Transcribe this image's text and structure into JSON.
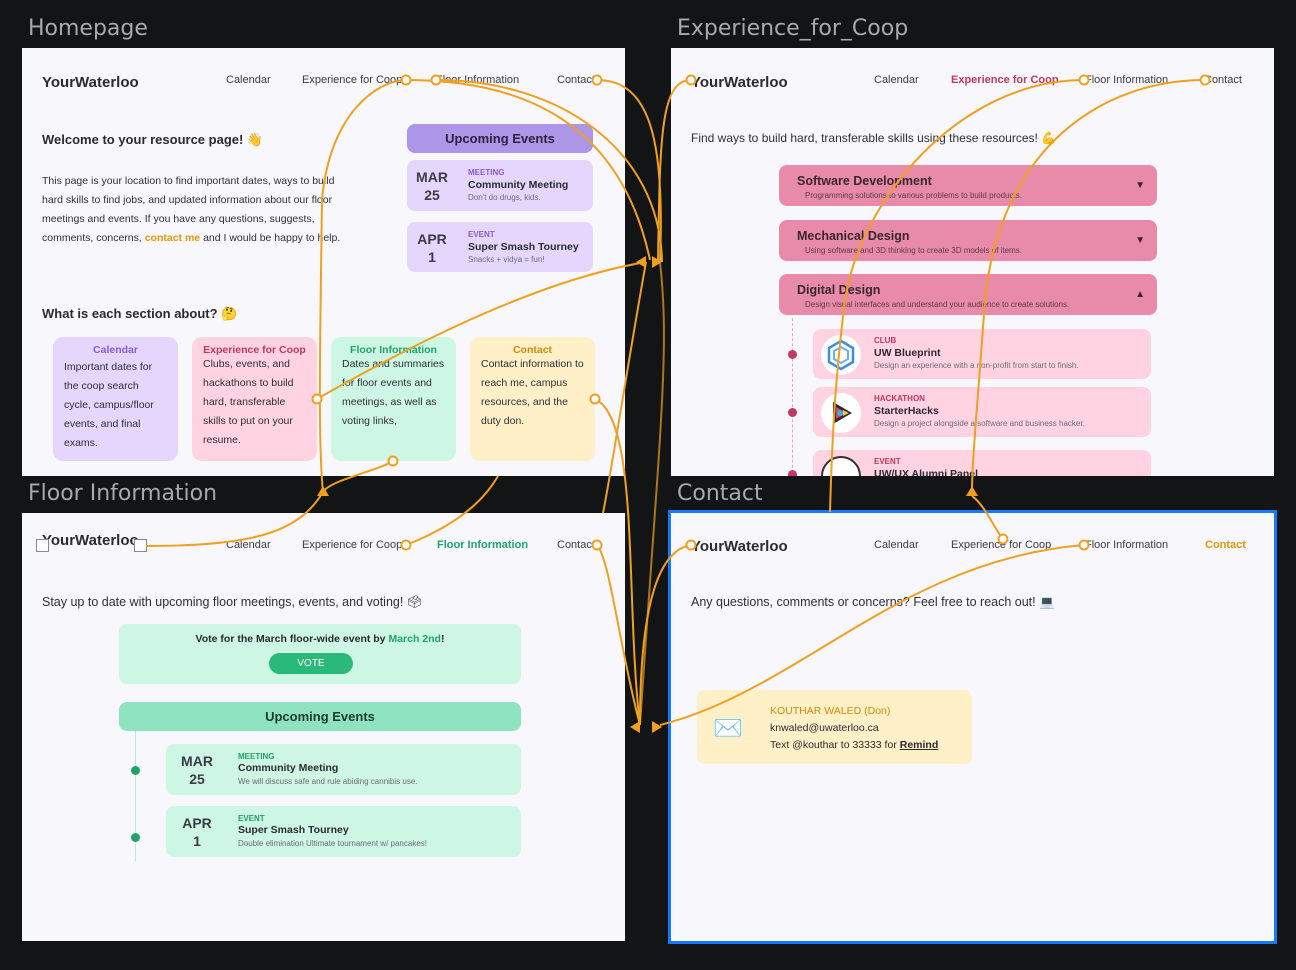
{
  "labels": {
    "homepage": "Homepage",
    "coop": "Experience_for_Coop",
    "floor": "Floor Information",
    "contact": "Contact"
  },
  "nav": {
    "brand": "YourWaterloo",
    "calendar": "Calendar",
    "coop": "Experience for Coop",
    "floor": "Floor Information",
    "contact": "Contact"
  },
  "homepage": {
    "welcome": "Welcome to your resource page! 👋",
    "intro": "This page is your location to find important dates, ways to build hard skills to find jobs, and updated information about our floor meetings and events. If you have any questions, suggests, comments, concerns,",
    "contact_link": "contact me",
    "intro_end": "and I would be happy to help.",
    "upcoming": "Upcoming Events",
    "events": [
      {
        "month": "MAR",
        "day": "25",
        "tag": "MEETING",
        "name": "Community Meeting",
        "desc": "Don't do drugs, kids."
      },
      {
        "month": "APR",
        "day": "1",
        "tag": "EVENT",
        "name": "Super Smash Tourney",
        "desc": "Snacks + vidya = fun!"
      }
    ],
    "sections_heading": "What is each section about? 🤔",
    "cards": [
      {
        "title": "Calendar",
        "body": "Important dates for the coop search cycle, campus/floor events, and final exams."
      },
      {
        "title": "Experience for Coop",
        "body": "Clubs, events, and hackathons to build hard, transferable skills to put on your resume."
      },
      {
        "title": "Floor Information",
        "body": "Dates and summaries for floor events and meetings, as well as voting links,"
      },
      {
        "title": "Contact",
        "body": "Contact information to reach me, campus resources, and the duty don."
      }
    ]
  },
  "coop": {
    "intro": "Find ways to build hard, transferable skills using these resources! 💪",
    "accordions": [
      {
        "title": "Software Development",
        "desc": "Programming solutions to various problems to build products.",
        "arrow": "▼"
      },
      {
        "title": "Mechanical Design",
        "desc": "Using software and 3D thinking to create 3D models of items.",
        "arrow": "▼"
      },
      {
        "title": "Digital Design",
        "desc": "Design visual interfaces and understand your audience to create solutions.",
        "arrow": "▲"
      }
    ],
    "items": [
      {
        "tag": "CLUB",
        "name": "UW Blueprint",
        "desc": "Design an experience with a non-profit from start to finish."
      },
      {
        "tag": "HACKATHON",
        "name": "StarterHacks",
        "desc": "Design a project alongside a software and business hacker."
      },
      {
        "tag": "EVENT",
        "name": "UW/UX Alumni Panel",
        "desc": ""
      }
    ]
  },
  "floor": {
    "intro": "Stay up to date with upcoming floor meetings, events, and voting! 🗳",
    "vote_text": "Vote for the March floor-wide event by",
    "vote_date": "March 2nd",
    "vote_end": "!",
    "vote_button": "VOTE",
    "upcoming": "Upcoming Events",
    "events": [
      {
        "month": "MAR",
        "day": "25",
        "tag": "MEETING",
        "name": "Community Meeting",
        "desc": "We will discuss safe and rule abiding cannibis use."
      },
      {
        "month": "APR",
        "day": "1",
        "tag": "EVENT",
        "name": "Super Smash Tourney",
        "desc": "Double elimination Ultimate tournament w/ pancakes!"
      }
    ]
  },
  "contact": {
    "intro": "Any questions, comments or concerns? Feel free to reach out! 💻",
    "name": "KOUTHAR WALED (Don)",
    "email": "knwaled@uwaterloo.ca",
    "text_pre": "Text @kouthar to 33333 for",
    "remind": "Remind"
  },
  "colors": {
    "accent_purple": "#8a5cd6",
    "accent_pink": "#c2385e",
    "accent_green": "#1fa36b",
    "accent_orange": "#e6960f",
    "wire": "#f0a020",
    "selection": "#1677ff"
  }
}
